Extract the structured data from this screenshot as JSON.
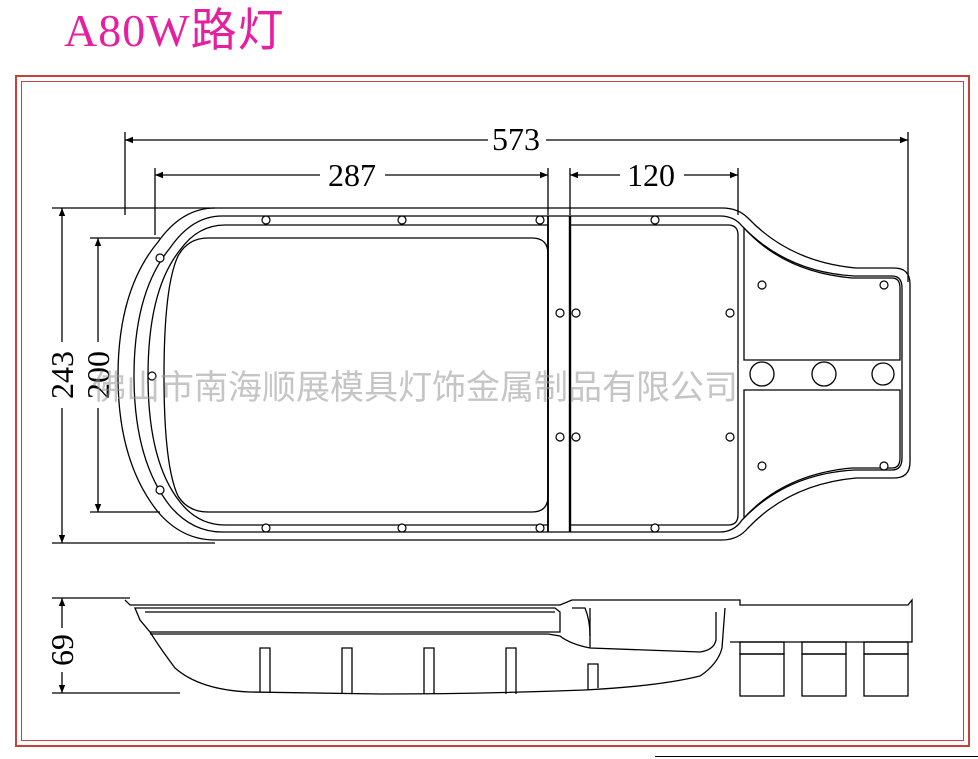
{
  "title": "A80W路灯",
  "colors": {
    "title": "#e61ea0",
    "frame": "#c8403c",
    "line": "#000000",
    "watermark": "#969696"
  },
  "dimensions": {
    "overall_length": "573",
    "housing_length": "287",
    "cover_length": "120",
    "overall_width": "243",
    "window_width": "200",
    "height": "69"
  },
  "watermark": "佛山市南海顺展模具灯饰金属制品有限公司"
}
